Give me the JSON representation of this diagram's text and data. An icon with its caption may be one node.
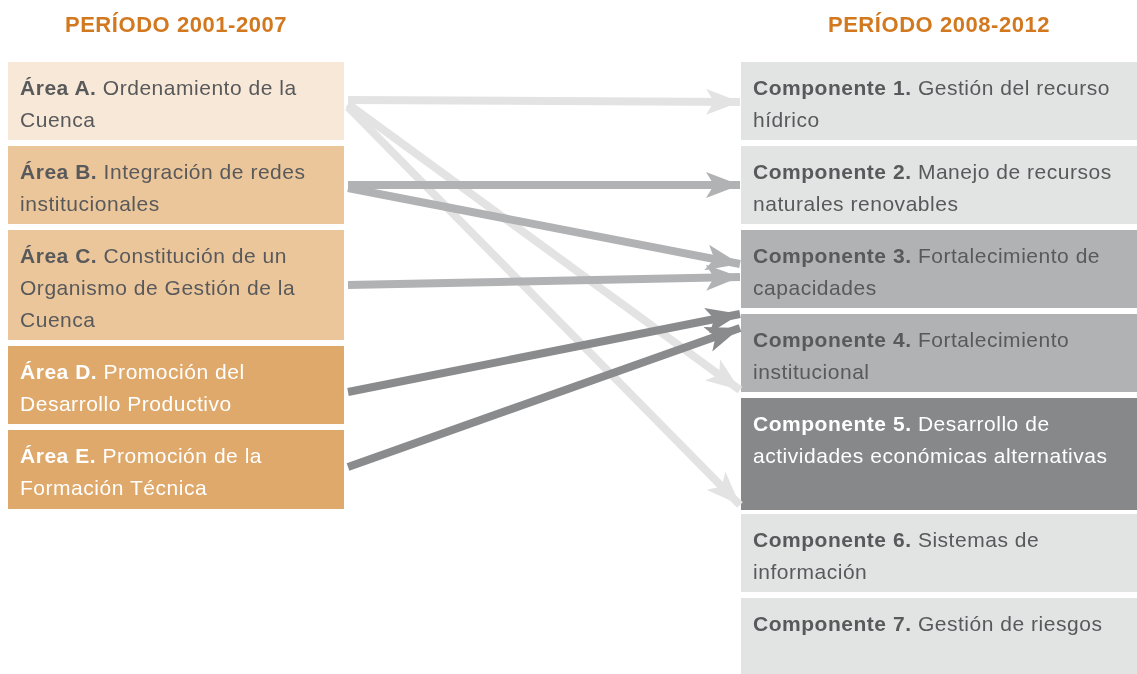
{
  "diagram": {
    "nodes": [
      {
        "text": [
          "**Área A.** Ordenamiento de la Cuenca"
        ]
      },
      {
        "text": [
          "**Área B.** Integración de redes institucionales"
        ]
      },
      {
        "text": [
          "**Área C.** Constitución de un Organismo de Gestión de la Cuenca"
        ]
      },
      {
        "text": [
          "**Área D.** Promoción del Desarrollo Productivo"
        ]
      },
      {
        "text": [
          "**Área E.** Promoción de la Formación Técnica"
        ]
      },
      {
        "text": [
          "**Componente 1.** Gestión del recurso hídrico"
        ]
      },
      {
        "text": [
          "**Componente 2.** Manejo de recursos naturales renovables"
        ]
      },
      {
        "text": [
          "**Componente 3.** Fortalecimiento de capacidades"
        ]
      },
      {
        "text": [
          "**Componente 4.** Fortalecimiento institucional"
        ]
      },
      {
        "text": [
          "**Componente 5.** Desarrollo de actividades económicas alternativas"
        ]
      },
      {
        "text": [
          "**Componente 6.** Sistemas de información"
        ]
      },
      {
        "text": [
          "**Componente 7.** Gestión de riesgos"
        ]
      }
    ],
    "edges": [
      {
        "from": 0,
        "to": 5,
        "arrow": "to",
        "color": "#e2e3e2"
      },
      {
        "from": 0,
        "to": 8,
        "arrow": "to",
        "color": "#e2e3e2"
      },
      {
        "from": 0,
        "to": 9,
        "arrow": "to",
        "color": "#e2e3e2"
      },
      {
        "from": 1,
        "to": 6,
        "arrow": "to",
        "color": "#b1b2b4"
      },
      {
        "from": 1,
        "to": 7,
        "arrow": "to",
        "color": "#b1b2b4"
      },
      {
        "from": 2,
        "to": 7,
        "arrow": "to",
        "color": "#b1b2b4"
      },
      {
        "from": 3,
        "to": 8,
        "arrow": "to",
        "color": "#8a8b8d"
      },
      {
        "from": 4,
        "to": 8,
        "arrow": "to",
        "color": "#8a8b8d"
      }
    ],
    "labels": [
      "PERÍODO 2001-2007",
      "PERÍODO 2008-2012"
    ]
  }
}
